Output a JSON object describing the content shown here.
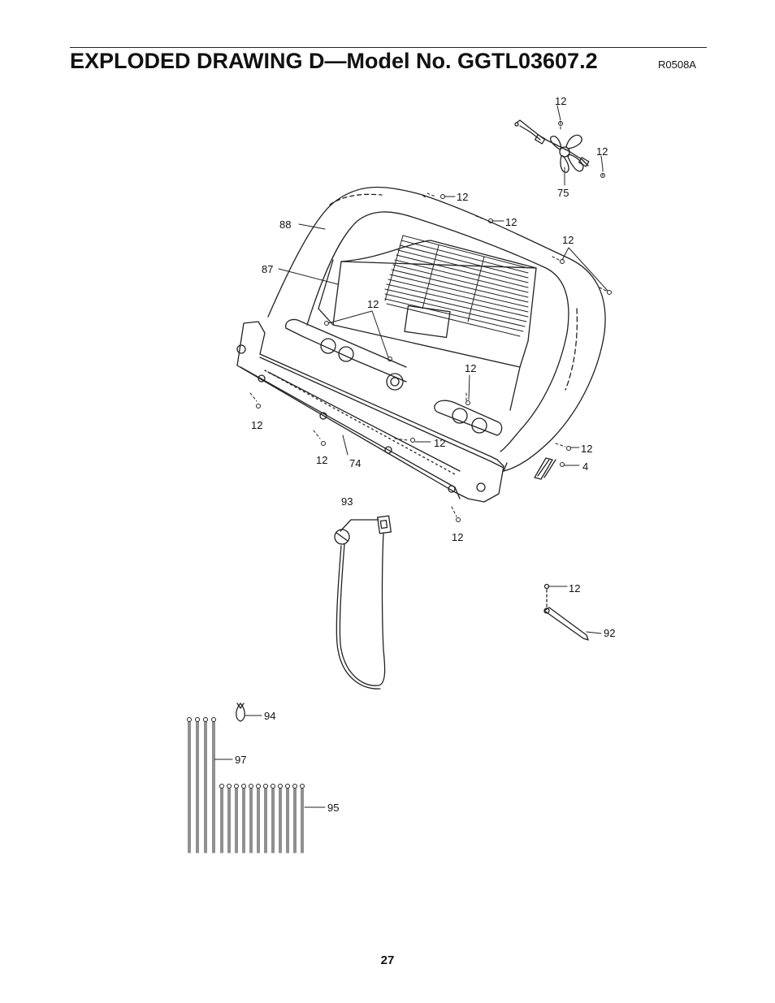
{
  "header": {
    "title": "EXPLODED DRAWING D—Model No. GGTL03607.2",
    "drawing_code": "R0508A"
  },
  "footer": {
    "page_number": "27"
  },
  "callouts": {
    "c12a": "12",
    "c12b": "12",
    "c12c": "12",
    "c12d": "12",
    "c12e": "12",
    "c12f": "12",
    "c12g": "12",
    "c12h": "12",
    "c12i": "12",
    "c12j": "12",
    "c12k": "12",
    "c12l": "12",
    "c12m": "12",
    "c75": "75",
    "c88": "88",
    "c87": "87",
    "c74": "74",
    "c4": "4",
    "c93": "93",
    "c92": "92",
    "c94": "94",
    "c97": "97",
    "c95": "95"
  }
}
